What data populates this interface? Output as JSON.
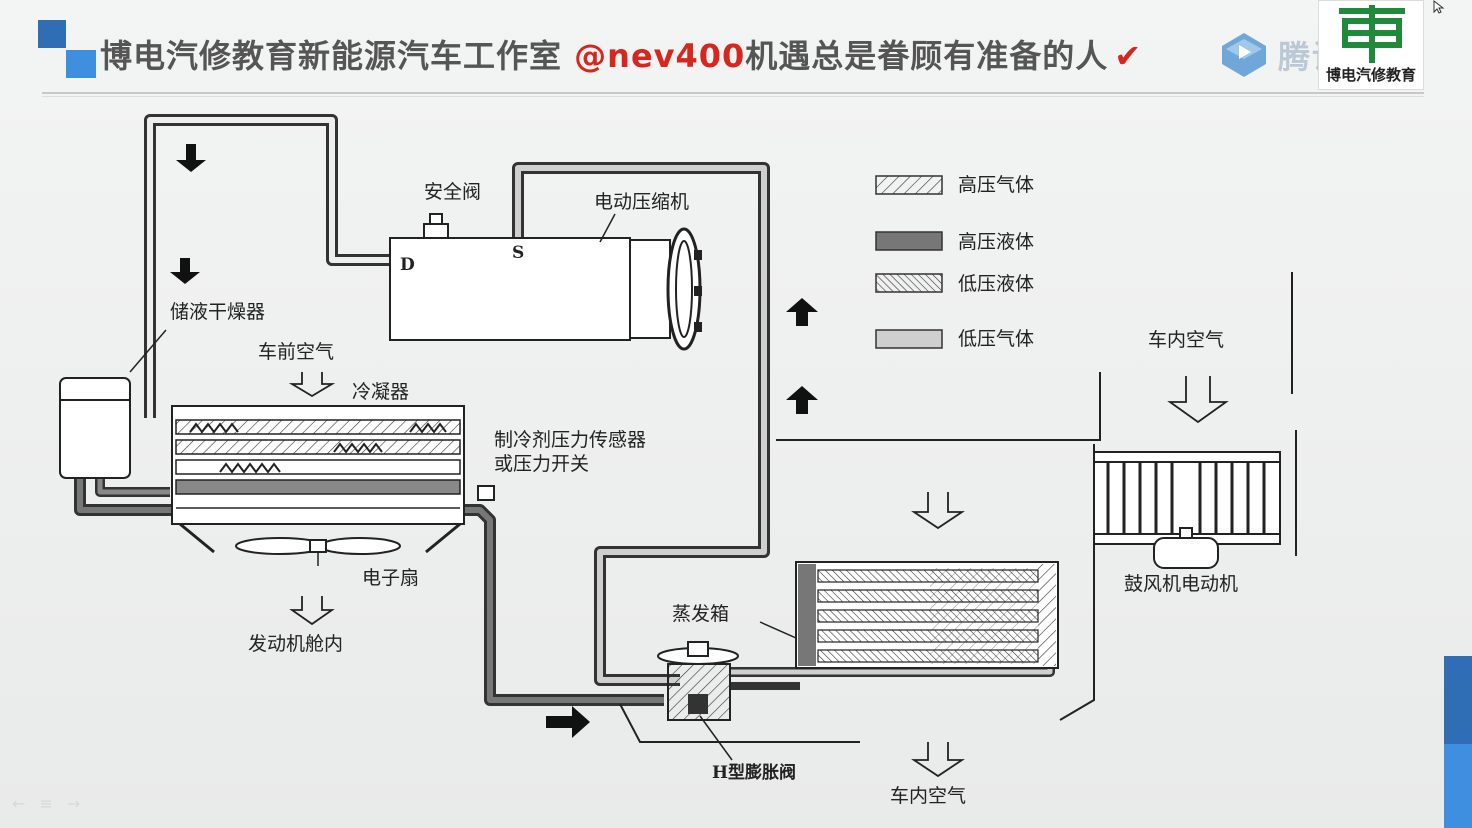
{
  "header": {
    "title_prefix": "博电汽修教育新能源汽车工作室 ",
    "title_handle": "@nev400",
    "title_suffix": "机遇总是眷顾有准备的人",
    "title_check": "✔",
    "platform": "腾讯课堂",
    "logo_text": "博电汽修教育"
  },
  "diagram": {
    "labels": {
      "safety_valve": "安全阀",
      "compressor": "电动压缩机",
      "discharge_port": "D",
      "suction_port": "S",
      "receiver_drier": "储液干燥器",
      "front_air": "车前空气",
      "condenser": "冷凝器",
      "pressure_sensor_1": "制冷剂压力传感器",
      "pressure_sensor_2": "或压力开关",
      "fan": "电子扇",
      "engine_bay": "发动机舱内",
      "evaporator": "蒸发箱",
      "expansion_valve": "H型膨胀阀",
      "cabin_air_out": "车内空气",
      "cabin_air_in": "车内空气",
      "blower": "鼓风机电动机"
    },
    "legend": [
      {
        "label": "高压气体",
        "pattern": "hatch-sparse"
      },
      {
        "label": "高压液体",
        "pattern": "solid-gray"
      },
      {
        "label": "低压液体",
        "pattern": "hatch-dense"
      },
      {
        "label": "低压气体",
        "pattern": "light-gray"
      }
    ]
  },
  "colors": {
    "accent_dark": "#2f6db5",
    "accent_light": "#3f8fe0",
    "title_red": "#d6261d"
  },
  "nav": {
    "prev_icon": "←",
    "menu_icon": "≡",
    "next_icon": "→"
  }
}
